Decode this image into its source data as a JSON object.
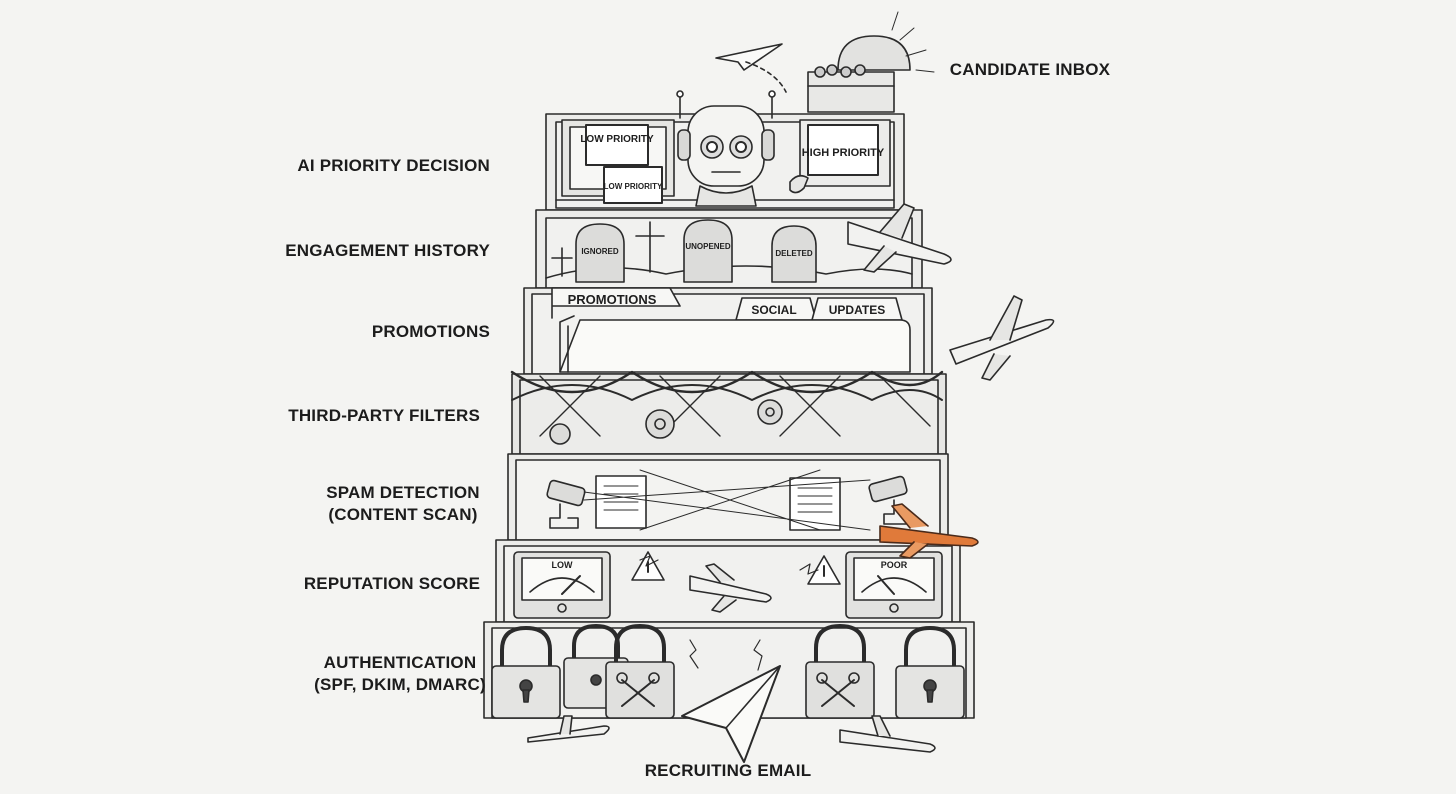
{
  "levels": [
    {
      "label": "AI PRIORITY DECISION"
    },
    {
      "label": "ENGAGEMENT HISTORY"
    },
    {
      "label": "PROMOTIONS"
    },
    {
      "label": "THIRD-PARTY FILTERS"
    },
    {
      "label": "SPAM DETECTION",
      "sub": "(CONTENT SCAN)"
    },
    {
      "label": "REPUTATION SCORE"
    },
    {
      "label": "AUTHENTICATION",
      "sub": "(SPF, DKIM, DMARC)"
    }
  ],
  "top_label": "CANDIDATE INBOX",
  "bottom_label": "RECRUITING EMAIL",
  "priority_cards": {
    "low_a": "LOW PRIORITY",
    "low_b": "LOW PRIORITY",
    "high": "HIGH PRIORITY"
  },
  "tombstones": [
    "IGNORED",
    "UNOPENED",
    "DELETED"
  ],
  "folder_tabs": [
    "PROMOTIONS",
    "SOCIAL",
    "UPDATES"
  ],
  "gauges": [
    "LOW",
    "POOR"
  ],
  "colors": {
    "ink": "#2a2a2a",
    "paper": "#f4f4f2",
    "accent_plane": "#e07a3a"
  }
}
